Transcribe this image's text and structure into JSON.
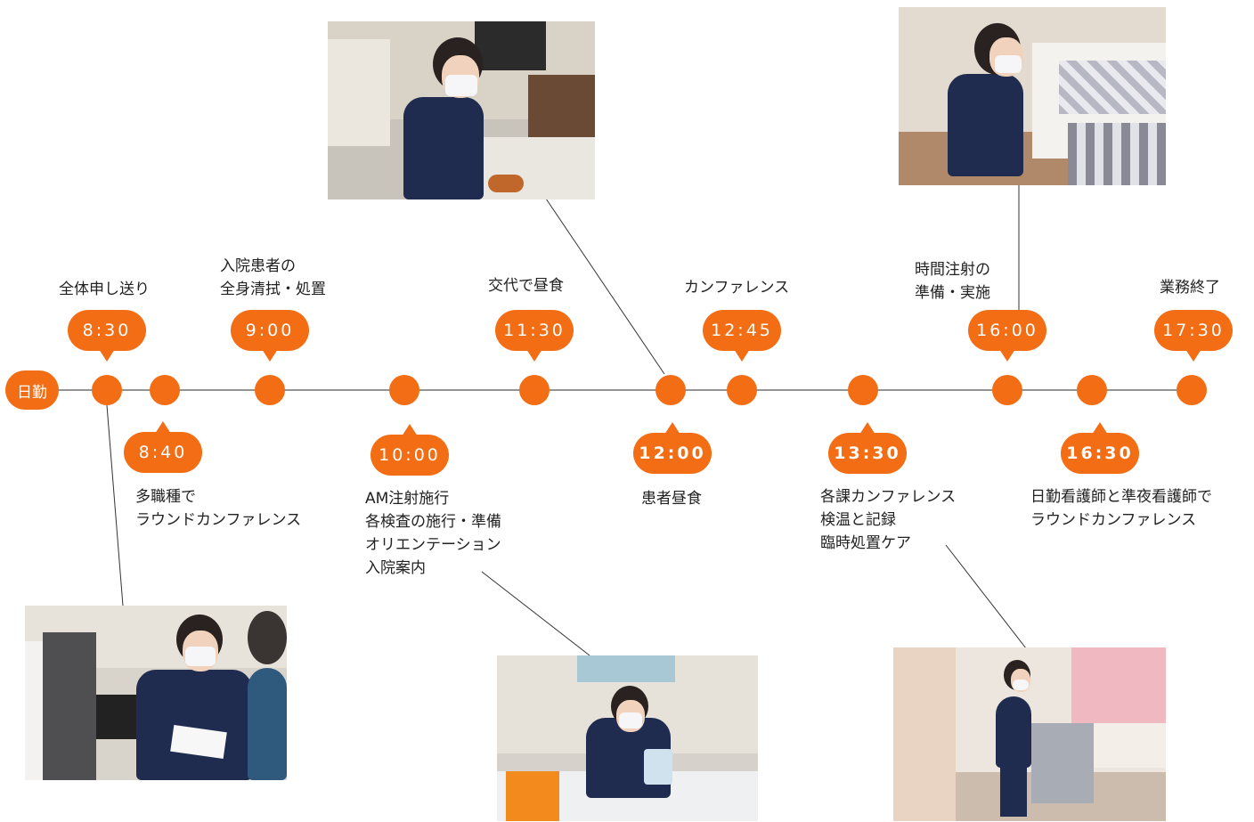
{
  "accent_color": "#f26d13",
  "start_label": "日勤",
  "events": [
    {
      "id": "e830",
      "time": "8:30",
      "lines": [
        "全体申し送り"
      ]
    },
    {
      "id": "e840",
      "time": "8:40",
      "lines": [
        "多職種で",
        "ラウンドカンファレンス"
      ]
    },
    {
      "id": "e900",
      "time": "9:00",
      "lines": [
        "入院患者の",
        "全身清拭・処置"
      ]
    },
    {
      "id": "e1000",
      "time": "10:00",
      "lines": [
        "AM注射施行",
        "各検査の施行・準備",
        "オリエンテーション",
        "入院案内"
      ]
    },
    {
      "id": "e1130",
      "time": "11:30",
      "lines": [
        "交代で昼食"
      ]
    },
    {
      "id": "e1200",
      "time": "12:00",
      "lines": [
        "患者昼食"
      ]
    },
    {
      "id": "e1245",
      "time": "12:45",
      "lines": [
        "カンファレンス"
      ]
    },
    {
      "id": "e1330",
      "time": "13:30",
      "lines": [
        "各課カンファレンス",
        "検温と記録",
        "臨時処置ケア"
      ]
    },
    {
      "id": "e1600",
      "time": "16:00",
      "lines": [
        "時間注射の",
        "準備・実施"
      ]
    },
    {
      "id": "e1630",
      "time": "16:30",
      "lines": [
        "日勤看護師と準夜看護師で",
        "ラウンドカンファレンス"
      ]
    },
    {
      "id": "e1730",
      "time": "17:30",
      "lines": [
        "業務終了"
      ]
    }
  ]
}
